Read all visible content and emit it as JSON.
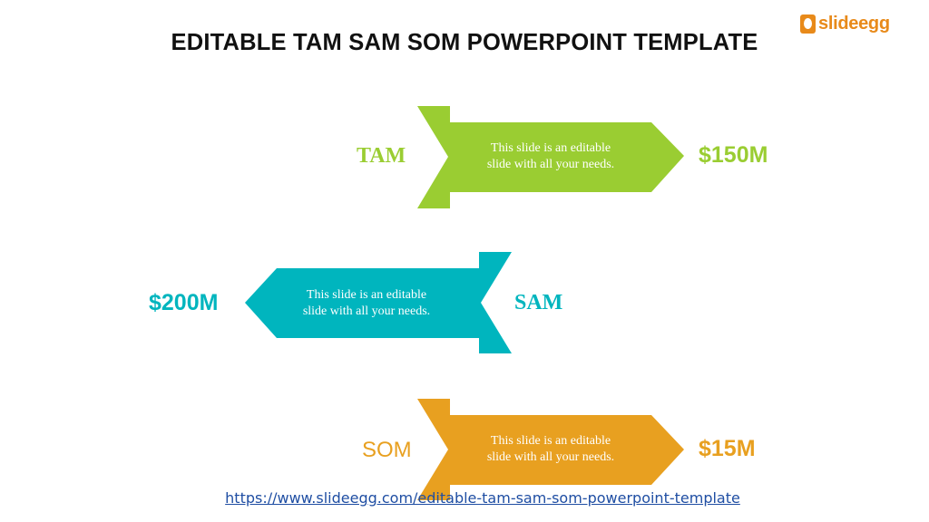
{
  "title": "EDITABLE TAM SAM SOM POWERPOINT TEMPLATE",
  "logo": {
    "prefix": "slide",
    "suffix": "egg",
    "color": "#e88a1a"
  },
  "rows": [
    {
      "key": "tam",
      "label": "TAM",
      "value": "$150M",
      "text_line1": "This slide is an editable",
      "text_line2": "slide with all your needs.",
      "color": "#9acd32"
    },
    {
      "key": "sam",
      "label": "SAM",
      "value": "$200M",
      "text_line1": "This slide is an editable",
      "text_line2": "slide with all your needs.",
      "color": "#00b5be"
    },
    {
      "key": "som",
      "label": "SOM",
      "value": "$15M",
      "text_line1": "This slide is an editable",
      "text_line2": "slide with all your needs.",
      "color": "#e8a020"
    }
  ],
  "link": "https://www.slideegg.com/editable-tam-sam-som-powerpoint-template"
}
